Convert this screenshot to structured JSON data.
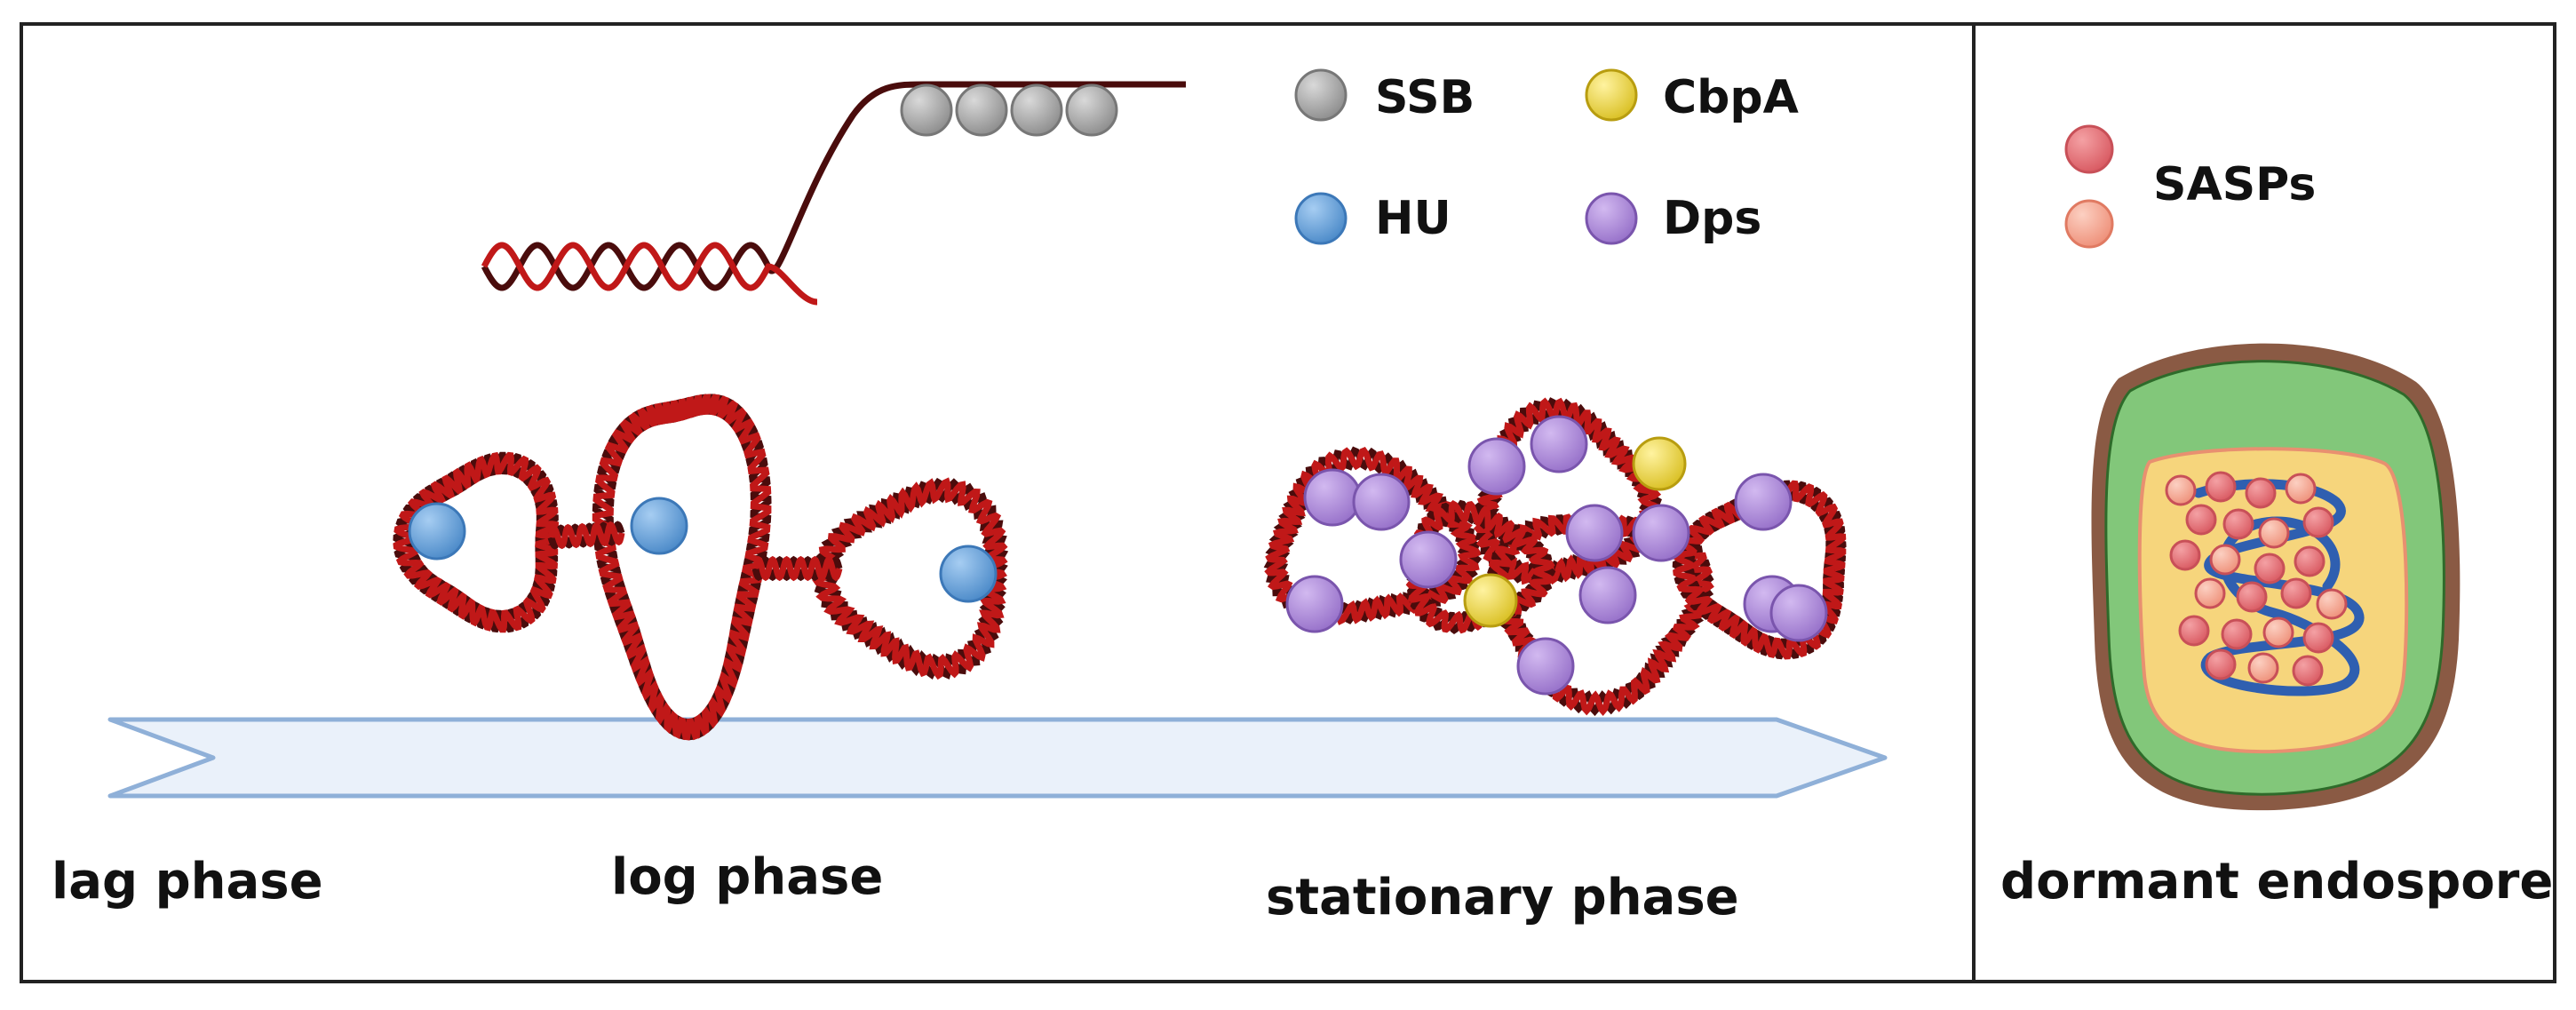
{
  "legend": {
    "ssb": "SSB",
    "cbpa": "CbpA",
    "hu": "HU",
    "dps": "Dps",
    "sasps": "SASPs"
  },
  "phases": {
    "lag": "lag phase",
    "log": "log phase",
    "stationary": "stationary phase",
    "dormant": "dormant endospore"
  },
  "colors": {
    "dna_dark": "#4a0c0c",
    "dna_red": "#c01818",
    "ssb": "#9a9a9a",
    "hu": "#5b9bd5",
    "cbpa": "#e6cf3a",
    "dps": "#a982d6",
    "sasp_dark": "#e06a70",
    "sasp_light": "#f3a090",
    "arrow_fill": "#eaf1fa",
    "arrow_stroke": "#8fb0d8",
    "spore_coat": "#8a5a44",
    "spore_cortex": "#82c77a",
    "spore_core": "#f6d57c",
    "spore_dna": "#2f5fb0"
  }
}
